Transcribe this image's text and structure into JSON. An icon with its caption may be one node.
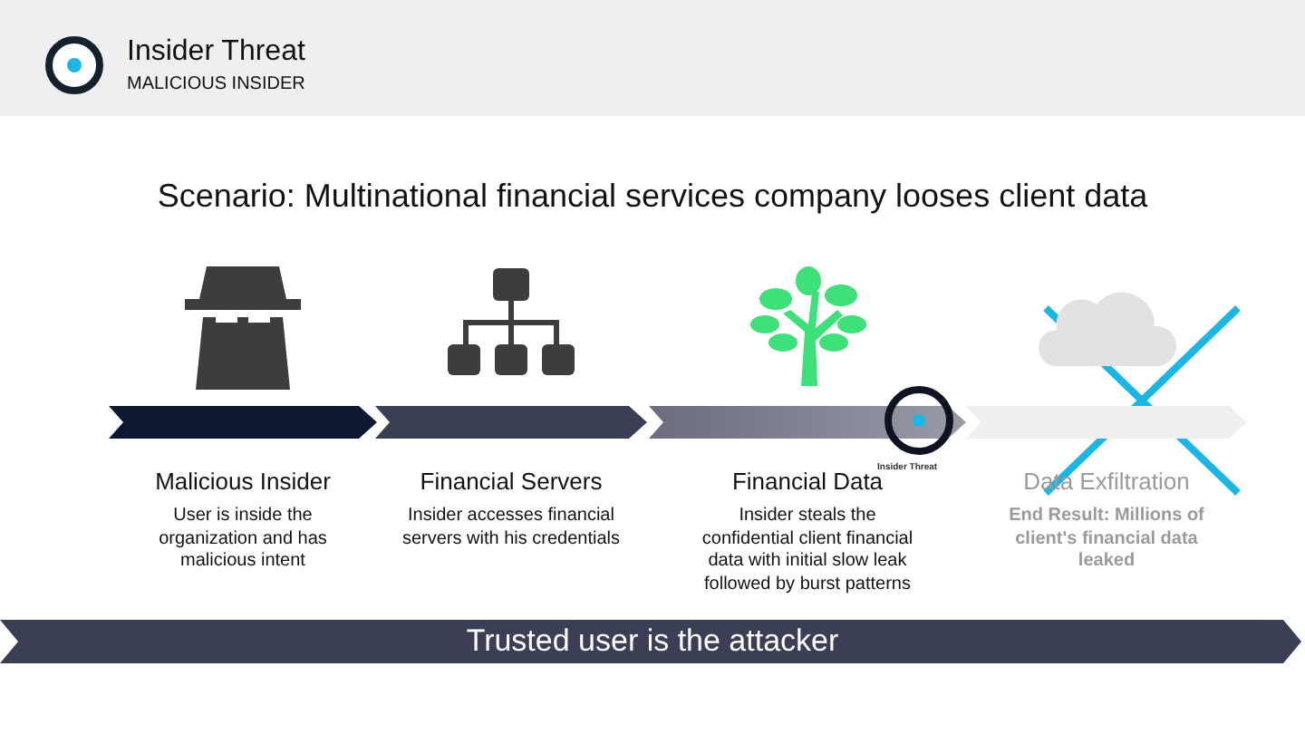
{
  "diagram": {
    "title": "Scenario: Multinational financial services company looses client data",
    "nodes": [
      {
        "text": [
          "Malicious Insider",
          "User is inside the organization and has malicious intent"
        ]
      },
      {
        "text": [
          "Financial Servers",
          "Insider accesses financial servers with his credentials"
        ]
      },
      {
        "text": [
          "Financial Data",
          "Insider steals the confidential client financial data with initial slow leak followed by burst patterns"
        ]
      },
      {
        "text": [
          "Data Exfiltration",
          "End Result: Millions of client's financial data leaked"
        ]
      },
      {
        "text": [
          "Trusted user is the attacker"
        ]
      }
    ],
    "edges": [],
    "labels": [
      "Insider Threat",
      "MALICIOUS INSIDER",
      "Insider Threat"
    ]
  }
}
